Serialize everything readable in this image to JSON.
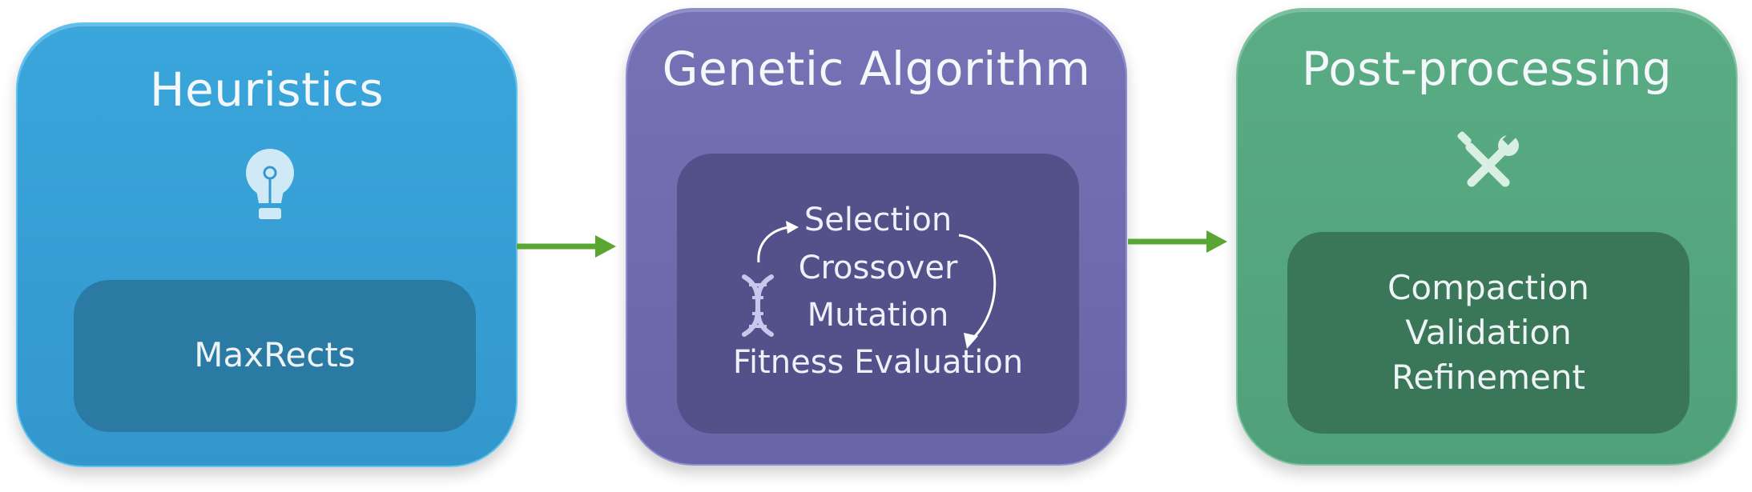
{
  "stages": [
    {
      "title": "Heuristics",
      "icon": "lightbulb-icon",
      "items": [
        "MaxRects"
      ],
      "color": "#3aa6dc"
    },
    {
      "title": "Genetic Algorithm",
      "icon": "dna-icon",
      "items": [
        "Selection",
        "Crossover",
        "Mutation",
        "Fitness Evaluation"
      ],
      "color": "#6c69ad"
    },
    {
      "title": "Post-processing",
      "icon": "tools-icon",
      "items": [
        "Compaction",
        "Validation",
        "Refinement"
      ],
      "color": "#55a67f"
    }
  ],
  "connector_color": "#5aa632"
}
